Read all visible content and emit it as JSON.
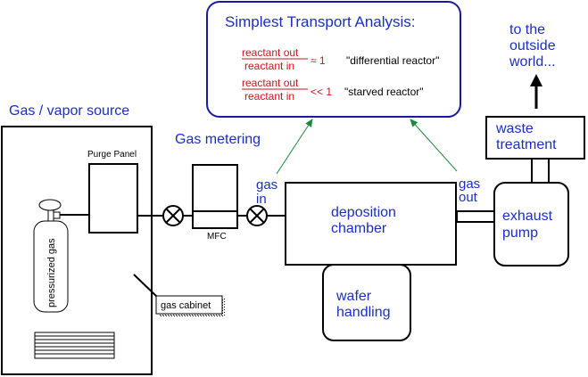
{
  "analysis": {
    "title": "Simplest Transport Analysis:",
    "rows": [
      {
        "numerator": "reactant out",
        "denominator": "reactant in",
        "relation": "≈ 1",
        "label": "\"differential reactor\""
      },
      {
        "numerator": "reactant out",
        "denominator": "reactant in",
        "relation": "<< 1",
        "label": "\"starved reactor\""
      }
    ]
  },
  "labels": {
    "source": "Gas / vapor source",
    "purge_panel": "Purge Panel",
    "metering": "Gas metering",
    "mfc": "MFC",
    "gas_in": [
      "gas",
      "in"
    ],
    "gas_out": [
      "gas",
      "out"
    ],
    "chamber": [
      "deposition",
      "chamber"
    ],
    "wafer": [
      "wafer",
      "handling"
    ],
    "pump": [
      "exhaust",
      "pump"
    ],
    "waste": [
      "waste",
      "treatment"
    ],
    "outside": [
      "to the",
      "outside",
      "world..."
    ],
    "cylinder": "pressurized gas",
    "cabinet": "gas cabinet"
  },
  "colors": {
    "text_blue": "#1a2fbf",
    "text_red": "#c8141e",
    "arrow_green": "#1a8a3a",
    "box_border": "#1a1aa0"
  }
}
